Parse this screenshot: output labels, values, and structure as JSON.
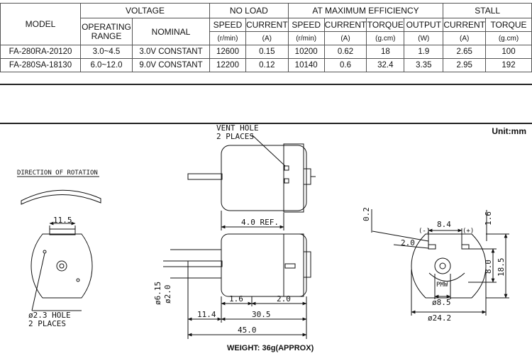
{
  "table": {
    "headers": {
      "model": "MODEL",
      "voltage": "VOLTAGE",
      "no_load": "NO LOAD",
      "max_eff": "AT MAXIMUM EFFICIENCY",
      "stall": "STALL",
      "operating_range": "OPERATING RANGE",
      "nominal": "NOMINAL",
      "speed": "SPEED",
      "current": "CURRENT",
      "torque": "TORQUE",
      "output": "OUTPUT",
      "unit_rmin": "(r/min)",
      "unit_a": "(A)",
      "unit_gcm": "(g.cm)",
      "unit_w": "(W)"
    },
    "rows": [
      {
        "model": "FA-280RA-20120",
        "range": "3.0~4.5",
        "nominal": "3.0V CONSTANT",
        "nl_speed": "12600",
        "nl_current": "0.15",
        "me_speed": "10200",
        "me_current": "0.62",
        "me_torque": "18",
        "me_output": "1.9",
        "st_current": "2.65",
        "st_torque": "100"
      },
      {
        "model": "FA-280SA-18130",
        "range": "6.0~12.0",
        "nominal": "9.0V CONSTANT",
        "nl_speed": "12200",
        "nl_current": "0.12",
        "me_speed": "10140",
        "me_current": "0.6",
        "me_torque": "32.4",
        "me_output": "3.35",
        "st_current": "2.95",
        "st_torque": "192"
      }
    ]
  },
  "unit": "Unit:mm",
  "weight": "WEIGHT: 36g(APPROX)",
  "drawing": {
    "direction_label": "DIRECTION OF ROTATION",
    "vent_hole": "VENT HOLE",
    "vent_places": "2 PLACES",
    "ref": "4.0 REF.",
    "hole": "ø2.3 HOLE",
    "hole_places": "2 PLACES",
    "dims": {
      "d11_5": "11.5",
      "d1_6a": "1.6",
      "d2_0a": "2.0",
      "d11_4": "11.4",
      "d30_5": "30.5",
      "d45_0": "45.0",
      "d6_15": "ø6.15",
      "d2_0dia": "ø2.0",
      "d0_2": "0.2",
      "d8_4": "8.4",
      "d1_6b": "1.6",
      "d2_0b": "2.0",
      "d8_0": "8.0",
      "d18_5": "18.5",
      "d8_5": "ø8.5",
      "d24_2": "ø24.2",
      "minus": "(-)",
      "plus": "(+)",
      "brand": "PMW"
    }
  }
}
